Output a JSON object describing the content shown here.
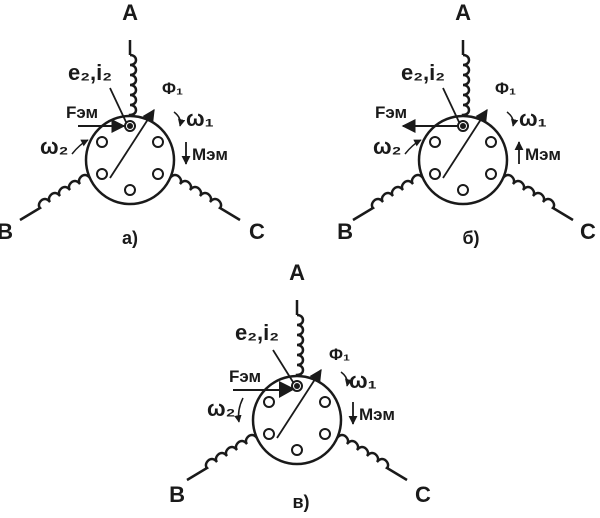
{
  "colors": {
    "ink": "#1a1a1a",
    "background": "#ffffff"
  },
  "panels": [
    {
      "caption": "а)",
      "phases": {
        "a": "A",
        "b": "B",
        "c": "C"
      },
      "emf_label": "e₂,i₂",
      "force_label": "Fэм",
      "flux_label": "Φ₁",
      "omega1_label": "ω₁",
      "omega2_label": "ω₂",
      "torque_label": "Mэм",
      "torque_direction": "down",
      "force_direction": "right"
    },
    {
      "caption": "б)",
      "phases": {
        "a": "A",
        "b": "B",
        "c": "C"
      },
      "emf_label": "e₂,i₂",
      "force_label": "Fэм",
      "flux_label": "Φ₁",
      "omega1_label": "ω₁",
      "omega2_label": "ω₂",
      "torque_label": "Mэм",
      "torque_direction": "up",
      "force_direction": "left"
    },
    {
      "caption": "в)",
      "phases": {
        "a": "A",
        "b": "B",
        "c": "C"
      },
      "emf_label": "e₂,i₂",
      "force_label": "Fэм",
      "flux_label": "Φ₁",
      "omega1_label": "ω₁",
      "omega2_label": "ω₂",
      "torque_label": "Mэм",
      "torque_direction": "down",
      "force_direction": "right"
    }
  ]
}
